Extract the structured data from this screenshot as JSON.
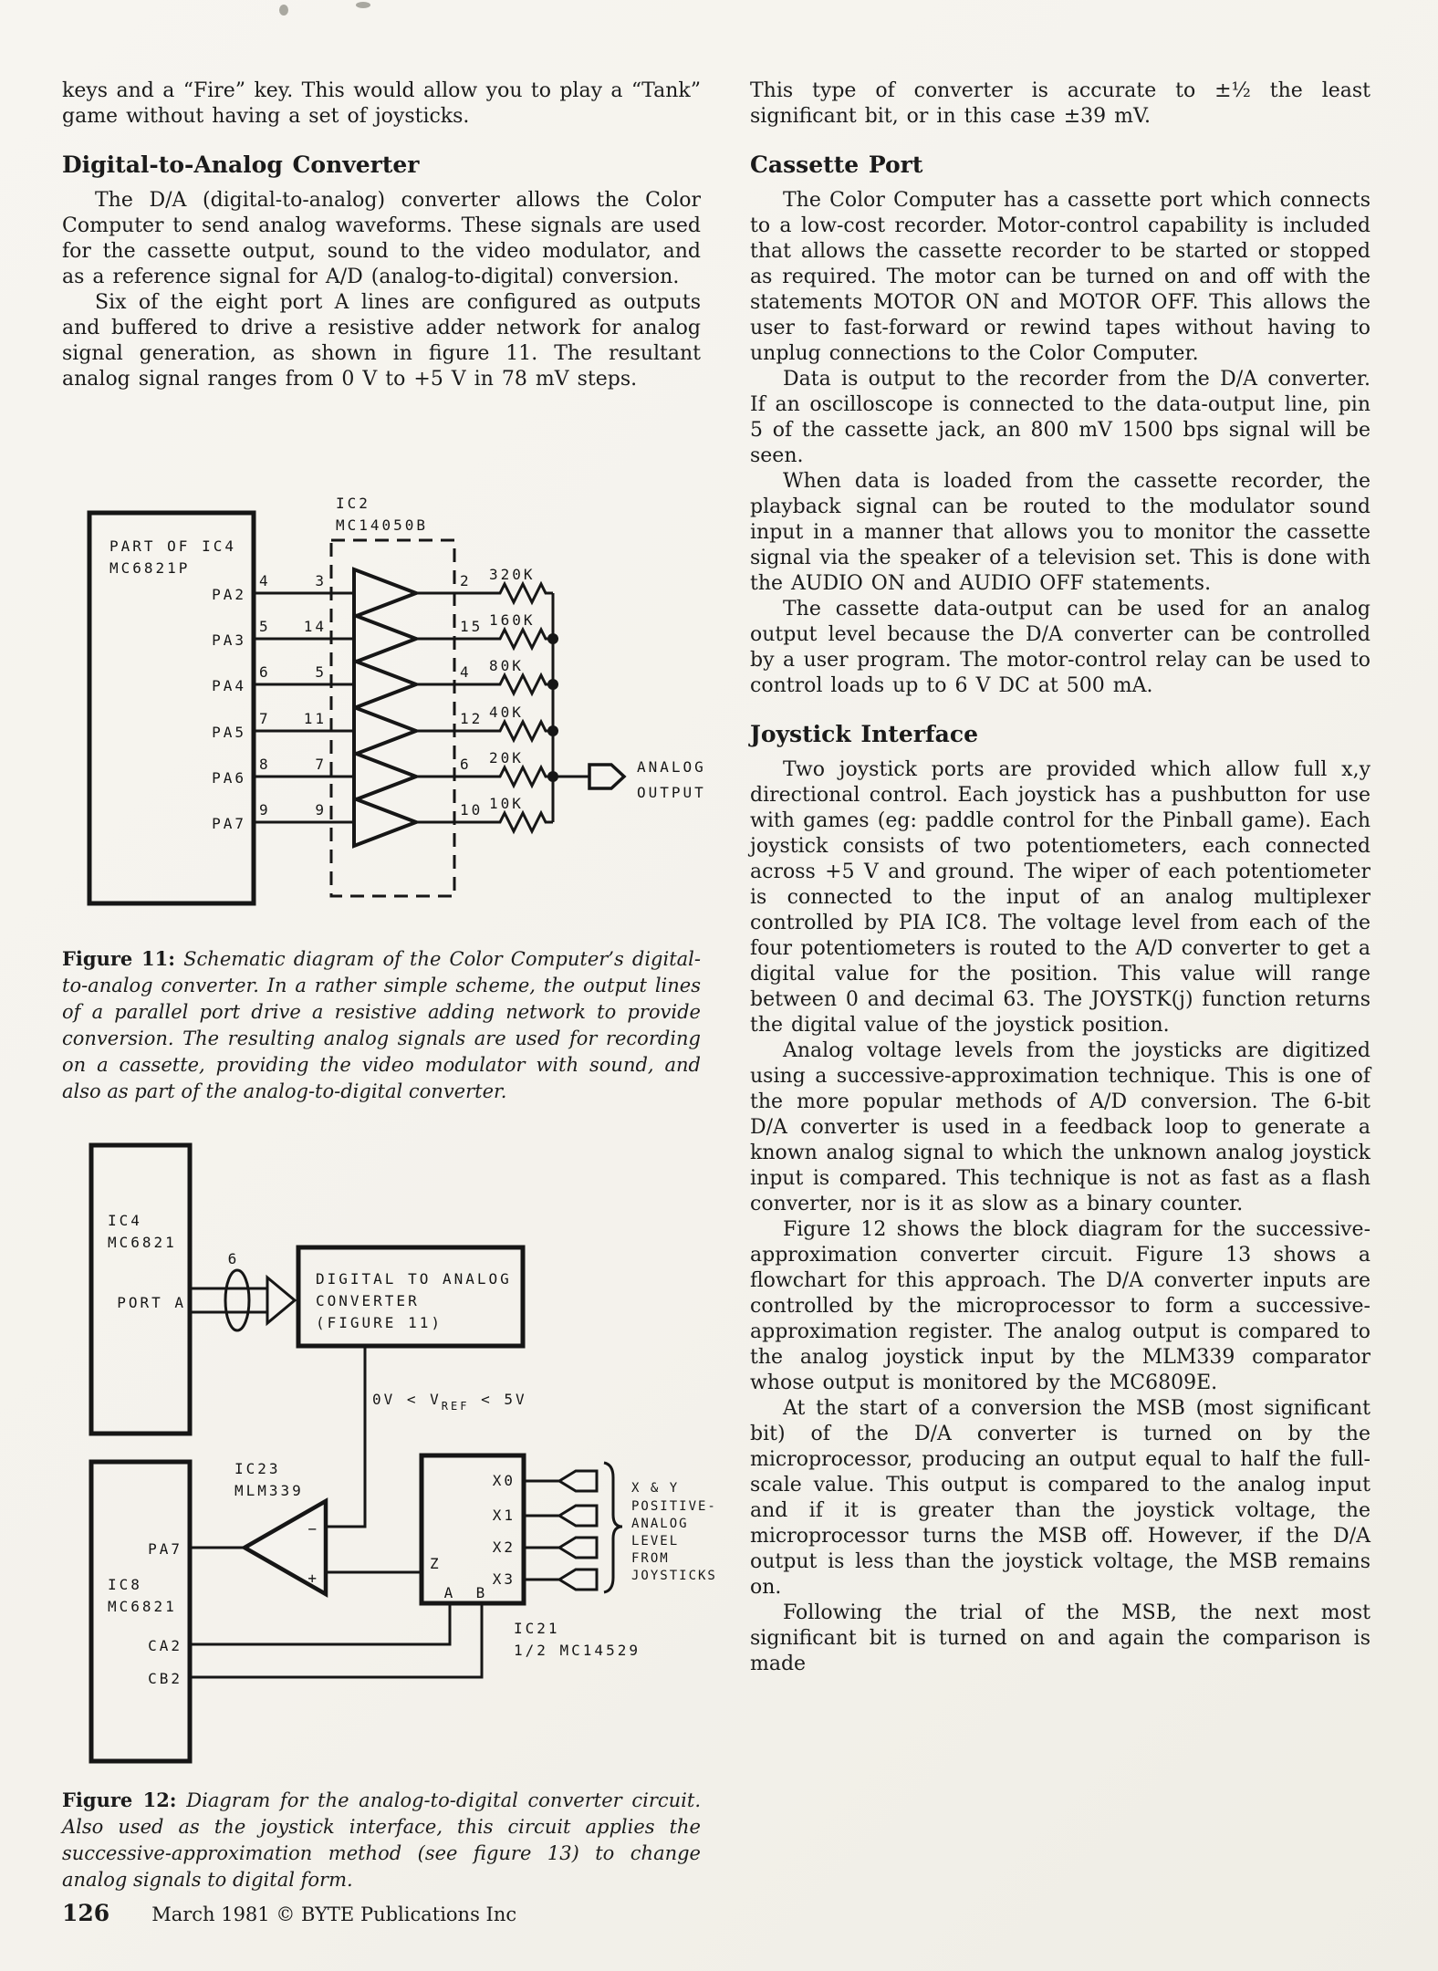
{
  "left_column": {
    "p1": "keys and a “Fire” key. This would allow you to play a “Tank” game without having a set of joysticks.",
    "heading1": "Digital-to-Analog Converter",
    "p2": "The D/A (digital-to-analog) converter allows the Color Computer to send analog waveforms. These signals are used for the cassette output, sound to the video modulator, and as a reference signal for A/D (analog-to-digital) conversion.",
    "p3": "Six of the eight port A lines are configured as outputs and buffered to drive a resistive adder network for analog signal generation, as shown in figure 11. The resultant analog signal ranges from 0 V to +5 V in 78 mV steps.",
    "fig11_caption_label": "Figure 11:",
    "fig11_caption": "Schematic diagram of the Color Computer’s digital-to-analog converter. In a rather simple scheme, the output lines of a parallel port drive a resistive adding network to provide conversion. The resulting analog signals are used for recording on a cassette, providing the video modulator with sound, and also as part of the analog-to-digital converter.",
    "fig12_caption_label": "Figure 12:",
    "fig12_caption": "Diagram for the analog-to-digital converter circuit. Also used as the joystick interface, this circuit applies the successive-approximation method (see figure 13) to change analog signals to digital form."
  },
  "right_column": {
    "p1": "This type of converter is accurate to ±½ the least significant bit, or in this case ±39 mV.",
    "heading1": "Cassette Port",
    "p2": "The Color Computer has a cassette port which connects to a low-cost recorder. Motor-control capability is included that allows the cassette recorder to be started or stopped as required. The motor can be turned on and off with the statements MOTOR ON and MOTOR OFF. This allows the user to fast-forward or rewind tapes without having to unplug connections to the Color Computer.",
    "p3": "Data is output to the recorder from the D/A converter. If an oscilloscope is connected to the data-output line, pin 5 of the cassette jack, an 800 mV 1500 bps signal will be seen.",
    "p4": "When data is loaded from the cassette recorder, the playback signal can be routed to the modulator sound input in a manner that allows you to monitor the cassette signal via the speaker of a television set. This is done with the AUDIO ON and AUDIO OFF statements.",
    "p5": "The cassette data-output can be used for an analog output level because the D/A converter can be controlled by a user program. The motor-control relay can be used to control loads up to 6 V DC at 500 mA.",
    "heading2": "Joystick Interface",
    "p6": "Two joystick ports are provided which allow full x,y directional control. Each joystick has a pushbutton for use with games (eg: paddle control for the Pinball game). Each joystick consists of two potentiometers, each connected across +5 V and ground. The wiper of each potentiometer is connected to the input of an analog multiplexer controlled by PIA IC8. The voltage level from each of the four potentiometers is routed to the A/D converter to get a digital value for the position. This value will range between 0 and decimal 63. The JOYSTK(j) function returns the digital value of the joystick position.",
    "p7": "Analog voltage levels from the joysticks are digitized using a successive-approximation technique. This is one of the more popular methods of A/D conversion. The 6-bit D/A converter is used in a feedback loop to generate a known analog signal to which the unknown analog joystick input is compared. This technique is not as fast as a flash converter, nor is it as slow as a binary counter.",
    "p8": "Figure 12 shows the block diagram for the successive-approximation converter circuit. Figure 13 shows a flowchart for this approach. The D/A converter inputs are controlled by the microprocessor to form a successive-approximation register. The analog output is compared to the analog joystick input by the MLM339 comparator whose output is monitored by the MC6809E.",
    "p9": "At the start of a conversion the MSB (most significant bit) of the D/A converter is turned on by the microprocessor, producing an output equal to half the full-scale value. This output is compared to the analog input and if it is greater than the joystick voltage, the microprocessor turns the MSB off. However, if the D/A output is less than the joystick voltage, the MSB remains on.",
    "p10": "Following the trial of the MSB, the next most significant bit is turned on and again the comparison is made"
  },
  "footer": {
    "page_number": "126",
    "credit": "March 1981 © BYTE Publications Inc"
  },
  "figure11": {
    "ic2_ref": "IC2",
    "ic2_part": "MC14050B",
    "ic4_line1": "PART OF IC4",
    "ic4_line2": "MC6821P",
    "rows": [
      {
        "pa": "PA2",
        "pin_left": "4",
        "pin_in": "3",
        "pin_out": "2",
        "res": "320K"
      },
      {
        "pa": "PA3",
        "pin_left": "5",
        "pin_in": "14",
        "pin_out": "15",
        "res": "160K"
      },
      {
        "pa": "PA4",
        "pin_left": "6",
        "pin_in": "5",
        "pin_out": "4",
        "res": "80K"
      },
      {
        "pa": "PA5",
        "pin_left": "7",
        "pin_in": "11",
        "pin_out": "12",
        "res": "40K"
      },
      {
        "pa": "PA6",
        "pin_left": "8",
        "pin_in": "7",
        "pin_out": "6",
        "res": "20K"
      },
      {
        "pa": "PA7",
        "pin_left": "9",
        "pin_in": "9",
        "pin_out": "10",
        "res": "10K"
      }
    ],
    "output_label1": "ANALOG",
    "output_label2": "OUTPUT"
  },
  "figure12": {
    "ic4_ref": "IC4",
    "ic4_part": "MC6821",
    "port_label": "PORT A",
    "bus_width": "6",
    "dac_line1": "DIGITAL TO ANALOG",
    "dac_line2": "CONVERTER",
    "dac_line3": "(FIGURE 11)",
    "vref_pre": "0V < V",
    "vref_sub": "REF",
    "vref_post": " < 5V",
    "comp_ref": "IC23",
    "comp_part": "MLM339",
    "minus": "−",
    "plus": "+",
    "pa7": "PA7",
    "ic8_ref": "IC8",
    "ic8_part": "MC6821",
    "ca2": "CA2",
    "cb2": "CB2",
    "z": "Z",
    "a": "A",
    "b": "B",
    "mux_outputs": [
      "X0",
      "X1",
      "X2",
      "X3"
    ],
    "mux_ref": "IC21",
    "mux_part": "1/2 MC14529",
    "joy_label": [
      "X & Y",
      "POSITIVE-",
      "ANALOG",
      "LEVEL",
      "FROM",
      "JOYSTICKS"
    ]
  }
}
